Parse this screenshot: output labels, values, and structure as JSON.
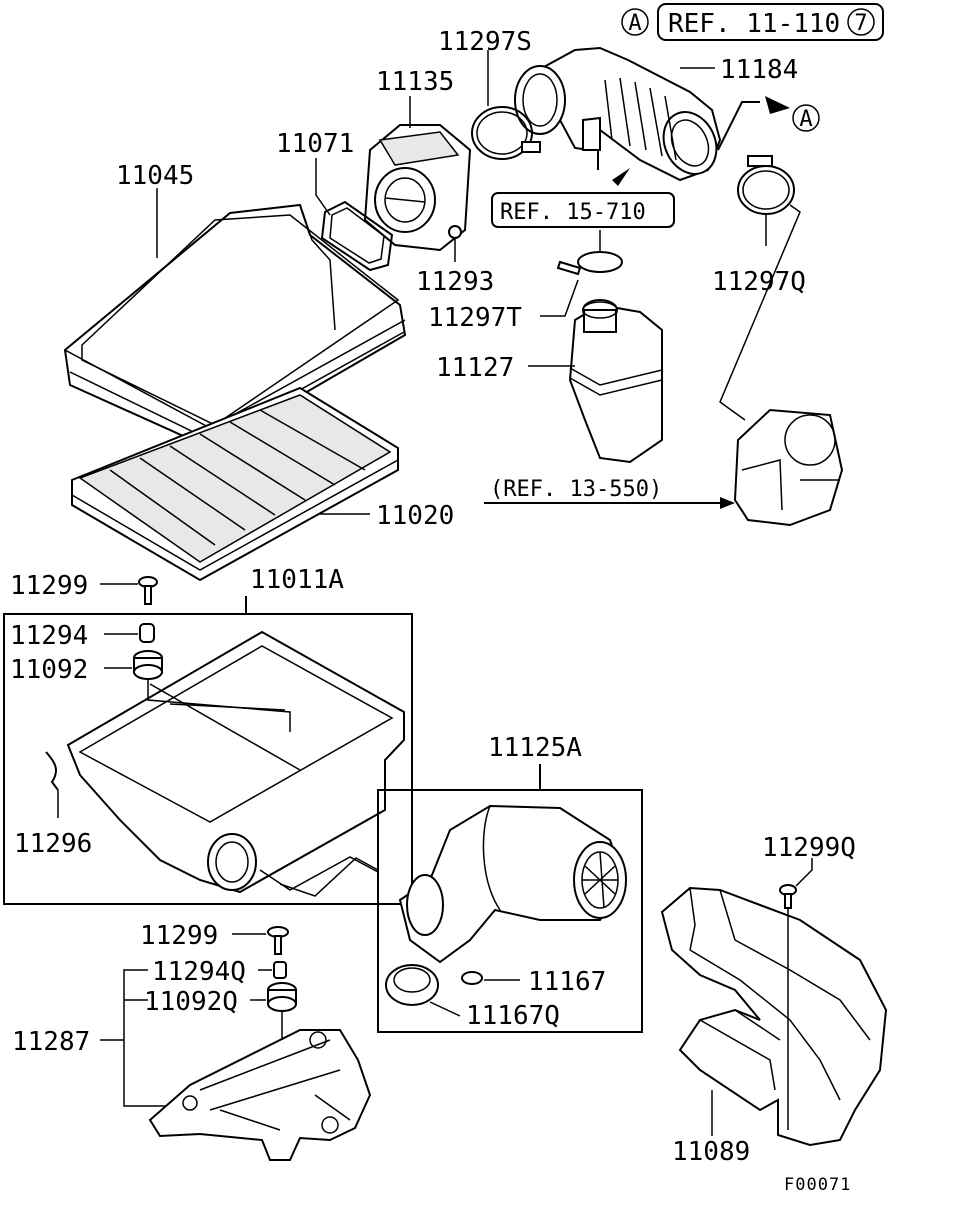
{
  "diagram_code": "F00071",
  "references": {
    "ref_11_110": "REF. 11-110",
    "ref_11_110_circle": "7",
    "ref_15_710": "REF. 15-710",
    "ref_13_550": "(REF. 13-550)",
    "marker_a": "A"
  },
  "parts": {
    "p11297S": "11297S",
    "p11135": "11135",
    "p11184": "11184",
    "p11071": "11071",
    "p11045": "11045",
    "p11293": "11293",
    "p11297T": "11297T",
    "p11297Q": "11297Q",
    "p11127": "11127",
    "p11020": "11020",
    "p11299_top": "11299",
    "p11011A": "11011A",
    "p11294": "11294",
    "p11092": "11092",
    "p11296": "11296",
    "p11125A": "11125A",
    "p11299Q": "11299Q",
    "p11299_bottom": "11299",
    "p11294Q": "11294Q",
    "p11092Q": "11092Q",
    "p11287": "11287",
    "p11167": "11167",
    "p11167Q": "11167Q",
    "p11089": "11089"
  }
}
